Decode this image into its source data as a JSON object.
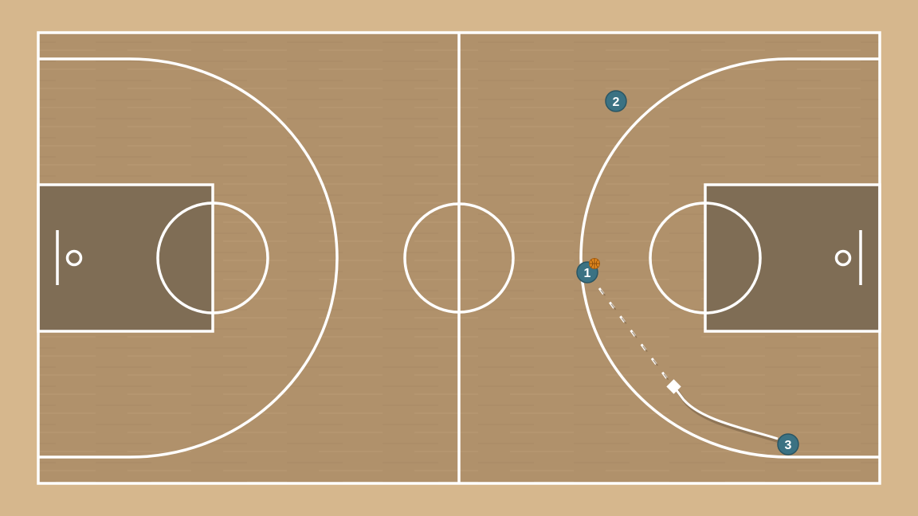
{
  "colors": {
    "background": "#d6b78d",
    "court_floor": "#b0916b",
    "paint": "#7f6d55",
    "lines": "#ffffff",
    "player_fill": "#3b7283",
    "ball": "#e3891f"
  },
  "icons": {
    "ball": "basketball-icon",
    "screen": "screen-marker-icon"
  },
  "players": [
    {
      "id": "player-1",
      "label": "1",
      "has_ball": true
    },
    {
      "id": "player-2",
      "label": "2",
      "has_ball": false
    },
    {
      "id": "player-3",
      "label": "3",
      "has_ball": false
    }
  ],
  "actions": [
    {
      "type": "pass",
      "from": "1",
      "to": "screen"
    },
    {
      "type": "cut",
      "from": "3",
      "to": "screen"
    }
  ]
}
